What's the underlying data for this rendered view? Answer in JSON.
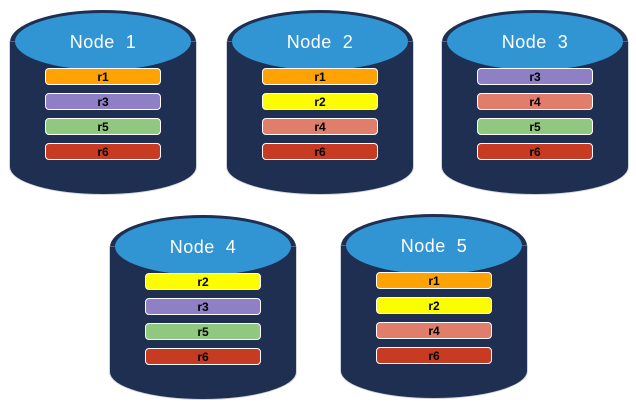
{
  "diagram": {
    "nodes": [
      {
        "label": "Node  1",
        "partitions": [
          "r1",
          "r3",
          "r5",
          "r6"
        ]
      },
      {
        "label": "Node  2",
        "partitions": [
          "r1",
          "r2",
          "r4",
          "r6"
        ]
      },
      {
        "label": "Node  3",
        "partitions": [
          "r3",
          "r4",
          "r5",
          "r6"
        ]
      },
      {
        "label": "Node  4",
        "partitions": [
          "r2",
          "r3",
          "r5",
          "r6"
        ]
      },
      {
        "label": "Node  5",
        "partitions": [
          "r1",
          "r2",
          "r4",
          "r6"
        ]
      }
    ],
    "partition_colors": {
      "r1": "#FFA203",
      "r2": "#FCFC02",
      "r3": "#8F7FC4",
      "r4": "#E07E6B",
      "r5": "#8FC87E",
      "r6": "#C73B22"
    },
    "cylinder_colors": {
      "body": "#1E2F52",
      "top": "#3095D2"
    }
  }
}
